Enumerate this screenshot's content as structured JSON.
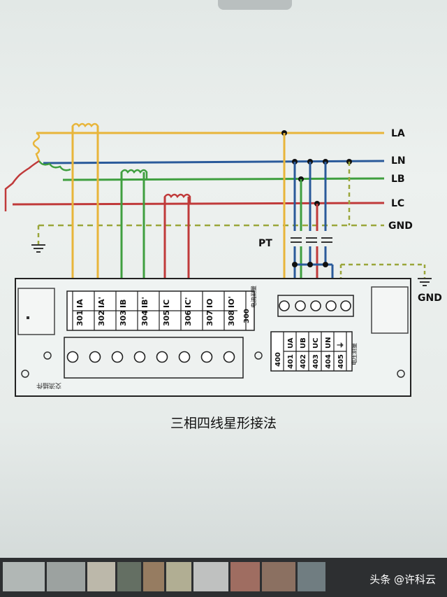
{
  "lines": {
    "la": "LA",
    "ln": "LN",
    "lb": "LB",
    "lc": "LC",
    "gnd": "GND"
  },
  "pt_label": "PT",
  "gnd_label": "GND",
  "current_terminals": {
    "numbers": [
      "301",
      "302",
      "303",
      "304",
      "305",
      "306",
      "307",
      "308"
    ],
    "labels": [
      "IA",
      "IA'",
      "IB",
      "IB'",
      "IC",
      "IC'",
      "IO",
      "IO'"
    ],
    "group_number": "300",
    "group_name": "电流测量"
  },
  "voltage_terminals": {
    "group_number": "400",
    "numbers": [
      "401",
      "402",
      "403",
      "404",
      "405"
    ],
    "labels": [
      "UA",
      "UB",
      "UC",
      "UN",
      "⏚"
    ],
    "group_name": "电压测量"
  },
  "module_label": "交流插件",
  "caption": "三相四线星形接法",
  "watermark": "头条 @许科云",
  "colors": {
    "yellow": "#e8b53a",
    "green": "#3f9f3f",
    "blue": "#2a5a9a",
    "red": "#c03a3a",
    "gnd_dashed": "#9aa63a"
  }
}
